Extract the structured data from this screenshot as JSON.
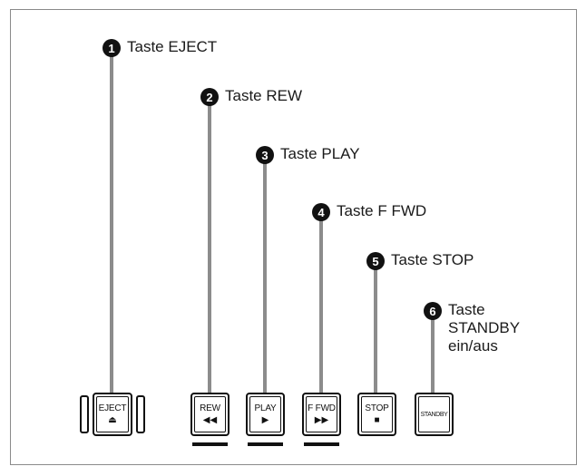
{
  "callouts": [
    {
      "number": "1",
      "label": "Taste EJECT"
    },
    {
      "number": "2",
      "label": "Taste REW"
    },
    {
      "number": "3",
      "label": "Taste PLAY"
    },
    {
      "number": "4",
      "label": "Taste F FWD"
    },
    {
      "number": "5",
      "label": "Taste STOP"
    },
    {
      "number": "6",
      "label": "Taste\nSTANDBY\nein/aus"
    }
  ],
  "buttons": [
    {
      "text": "EJECT",
      "symbol": "⏏",
      "icon": "eject-icon"
    },
    {
      "text": "REW",
      "symbol": "◀◀",
      "icon": "rewind-icon"
    },
    {
      "text": "PLAY",
      "symbol": "▶",
      "icon": "play-icon"
    },
    {
      "text": "F FWD",
      "symbol": "▶▶",
      "icon": "fast-forward-icon"
    },
    {
      "text": "STOP",
      "symbol": "■",
      "icon": "stop-icon"
    },
    {
      "text": "STANDBY",
      "symbol": "",
      "icon": ""
    }
  ],
  "colors": {
    "leader": "#8c8c8c",
    "button_outline": "#111111",
    "frame": "#8a8a8a"
  }
}
